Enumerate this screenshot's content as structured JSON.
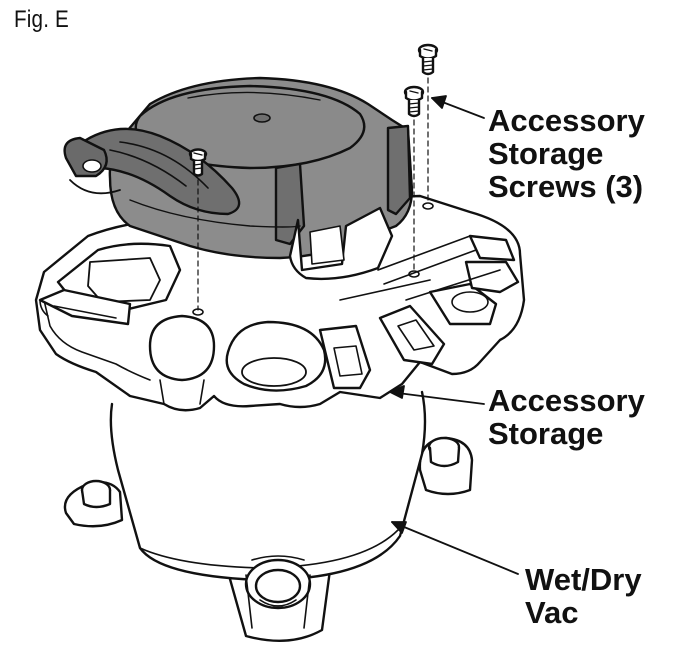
{
  "figure_label": "Fig. E",
  "callouts": {
    "screws": [
      "Accessory",
      "Storage",
      "Screws (3)"
    ],
    "storage": [
      "Accessory",
      "Storage"
    ],
    "vac": [
      "Wet/Dry",
      "Vac"
    ]
  },
  "colors": {
    "motor_head": "#8c8c8c",
    "motor_head_dark": "#6f6f6f",
    "line": "#111111",
    "body": "#ffffff"
  }
}
